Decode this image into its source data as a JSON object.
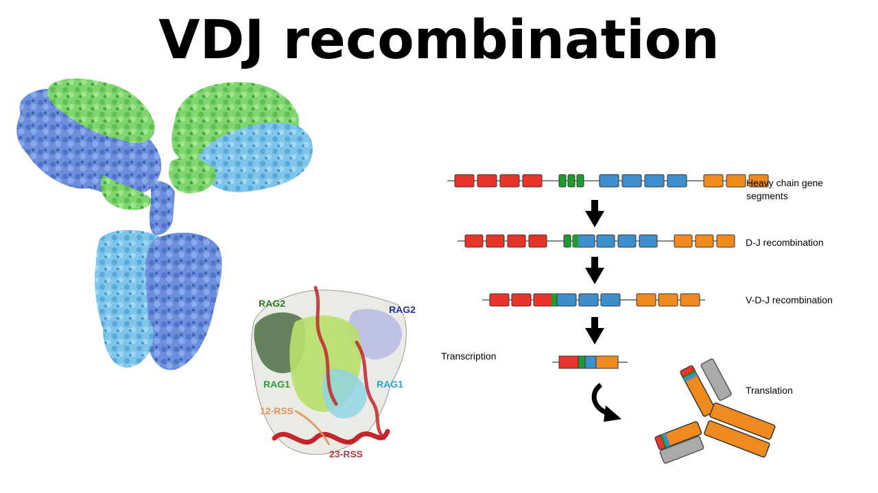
{
  "title": "VDJ recombination",
  "colors": {
    "v": "#e8342b",
    "d": "#1f9a2e",
    "j": "#3d8fcc",
    "c": "#ef8a1e",
    "light": "#aaaaaa",
    "arrow": "#000000"
  },
  "structure_labels": {
    "rag2_left": "RAG2",
    "rag2_right": "RAG2",
    "rag1_left": "RAG1",
    "rag1_right": "RAG1",
    "rss12": "12-RSS",
    "rss23": "23-RSS"
  },
  "structure_label_colors": {
    "rag2_left": "#2e7a26",
    "rag2_right": "#23309c",
    "rag1_left": "#2e9a3a",
    "rag1_right": "#2aa8c8",
    "rss12": "#e0935a",
    "rss23": "#b03c3c"
  },
  "rows": [
    {
      "label": "Heavy chain gene segments",
      "label_lines": [
        "Heavy chain gene",
        "segments"
      ],
      "segments": [
        "v",
        "v",
        "v",
        "v",
        "gap",
        "d",
        "d",
        "d",
        "gap",
        "j",
        "j",
        "j",
        "j",
        "gap",
        "c",
        "c",
        "c"
      ]
    },
    {
      "label": "D-J recombination",
      "segments": [
        "v",
        "v",
        "v",
        "v",
        "gap",
        "d",
        "dj",
        "j",
        "j",
        "j",
        "gap",
        "c",
        "c",
        "c"
      ]
    },
    {
      "label": "V-D-J recombination",
      "segments": [
        "v",
        "v",
        "vdj",
        "j",
        "j",
        "j",
        "gap",
        "c",
        "c",
        "c"
      ]
    },
    {
      "label": "Transcription",
      "segments": [
        "v",
        "d",
        "j",
        "c"
      ]
    }
  ],
  "labels": {
    "transcription": "Transcription",
    "translation": "Translation"
  }
}
